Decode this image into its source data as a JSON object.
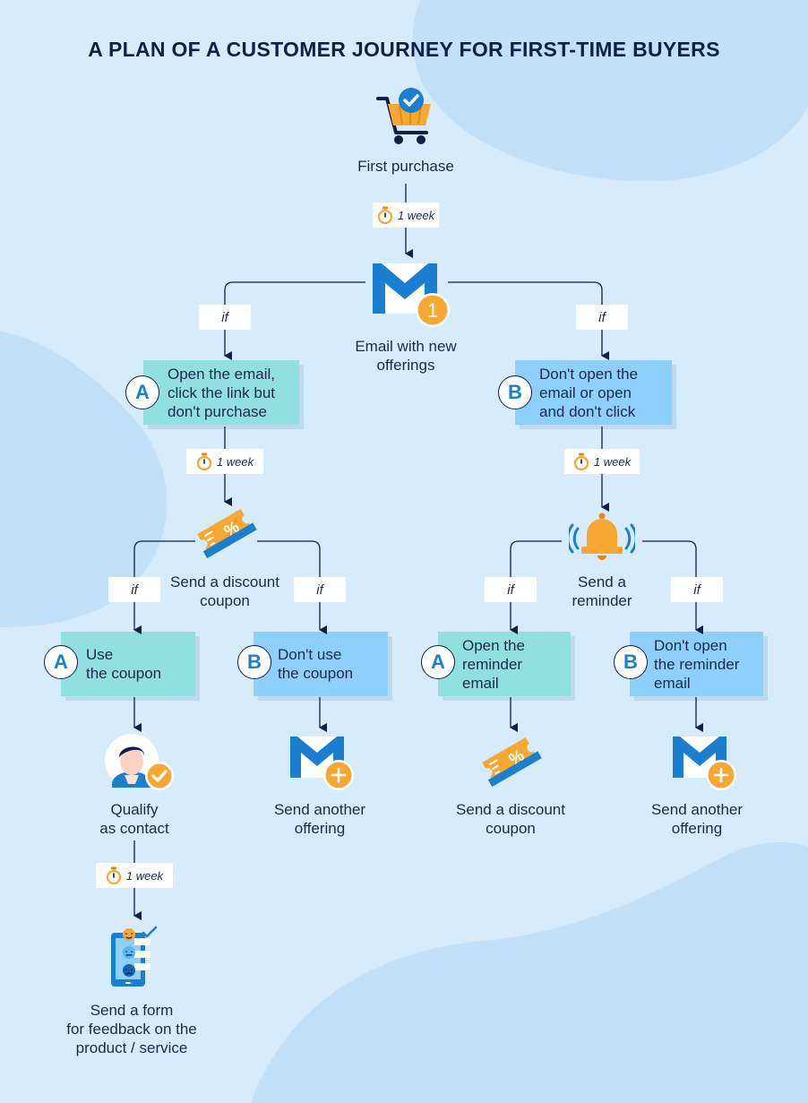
{
  "title": "A PLAN OF A CUSTOMER JOURNEY FOR FIRST-TIME BUYERS",
  "colors": {
    "navy": "#0f2147",
    "teal_box": "#8fe0de",
    "blue_box": "#8dd0fb",
    "orange": "#f7a832",
    "blue_icon": "#1a7fd0",
    "background": "#d6ebfb"
  },
  "steps": {
    "first_purchase": {
      "label": "First purchase",
      "icon": "shopping-cart-check-icon"
    },
    "email_offerings": {
      "label": "Email with new\nofferings",
      "icon": "email-icon",
      "badge_number": "1"
    },
    "branch_a": {
      "badge": "A",
      "label": "Open the email,\nclick the link but\ndon't purchase"
    },
    "branch_b": {
      "badge": "B",
      "label": "Don't open the\nemail or open\nand don't click"
    },
    "discount_coupon": {
      "label": "Send a discount\ncoupon",
      "icon": "coupon-icon"
    },
    "reminder": {
      "label": "Send a\nreminder",
      "icon": "bell-icon"
    },
    "use_coupon": {
      "badge": "A",
      "label": "Use\nthe coupon"
    },
    "dont_use_coupon": {
      "badge": "B",
      "label": "Don't use\nthe coupon"
    },
    "open_reminder": {
      "badge": "A",
      "label": "Open the\nreminder\nemail"
    },
    "dont_open_reminder": {
      "badge": "B",
      "label": "Don't open\nthe reminder\nemail"
    },
    "qualify_contact": {
      "label": "Qualify\nas contact",
      "icon": "person-check-icon"
    },
    "send_offering_1": {
      "label": "Send another\noffering",
      "icon": "email-plus-icon"
    },
    "send_coupon_2": {
      "label": "Send a discount\ncoupon",
      "icon": "coupon-icon"
    },
    "send_offering_2": {
      "label": "Send another\noffering",
      "icon": "email-plus-icon"
    },
    "feedback_form": {
      "label": "Send a form\nfor feedback on the\nproduct / service",
      "icon": "feedback-phone-icon"
    }
  },
  "wait_label": "1 week",
  "condition_label": "if"
}
